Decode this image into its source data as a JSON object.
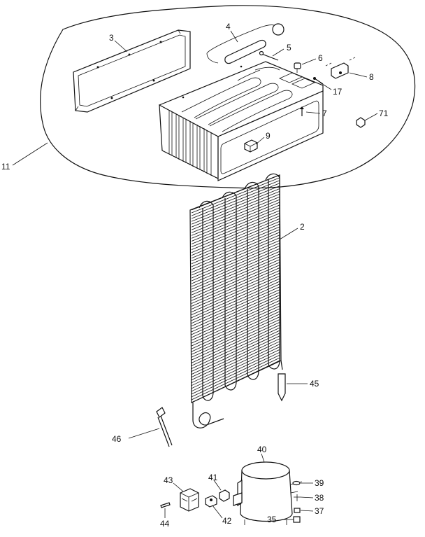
{
  "callouts": {
    "c3": "3",
    "c4": "4",
    "c5": "5",
    "c6": "6",
    "c8": "8",
    "c17": "17",
    "c7": "7",
    "c71": "71",
    "c9": "9",
    "c11": "11",
    "c2": "2",
    "c45": "45",
    "c46": "46",
    "c40": "40",
    "c43": "43",
    "c41": "41",
    "c39": "39",
    "c38": "38",
    "c37": "37",
    "c35": "35",
    "c44": "44",
    "c42": "42"
  }
}
